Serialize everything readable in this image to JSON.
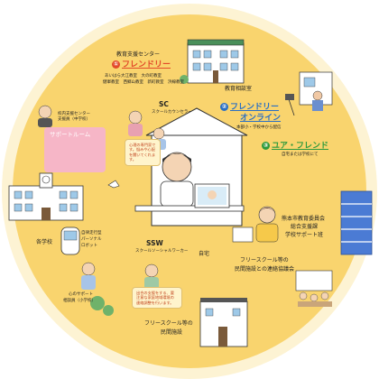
{
  "center": {
    "home_label": "自宅"
  },
  "education_center": {
    "title": "教育支援センター",
    "num": "①",
    "name": "フレンドリー",
    "locations_line1": "あいはら大江教室　大の町教室",
    "locations_line2": "健軍教室　西郷山教室　新町教室　浜線教室",
    "room_label": "教育相談室"
  },
  "online": {
    "num": "②",
    "name_line1": "フレンドリー",
    "name_line2": "オンライン",
    "sub": "本部小・学校中から配信"
  },
  "you_friend": {
    "num": "③",
    "name": "ユア・フレンド",
    "sub": "自宅または学校にて"
  },
  "board": {
    "line1": "熊本市教育委員会",
    "line2": "総合支援課",
    "line3": "学校サポート班"
  },
  "free_school_council": {
    "line1": "フリースクール等の",
    "line2": "民間施設との連絡協議会"
  },
  "free_school": {
    "line1": "フリースクール等の",
    "line2": "民間施設"
  },
  "ssw": {
    "title": "SSW",
    "sub": "スクールソーシャルワーカー",
    "note": "出合の支援をする、要注意な家庭地域環境の連絡調整を行います。"
  },
  "sc": {
    "title": "SC",
    "sub": "スクールカウンセラー",
    "note": "心理の専門家です。悩みや心配を聞いてくれます。"
  },
  "school_support": {
    "line1": "校内支援センター",
    "line2": "支援員（中学校）",
    "room": "サポートルーム"
  },
  "schools": {
    "label": "各学校"
  },
  "robot": {
    "line1": "自律走行型",
    "line2": "パーソナル",
    "line3": "ロボット"
  },
  "counselor": {
    "line1": "心のサポート",
    "line2": "相談員（小学校）"
  },
  "colors": {
    "circle_fill": "#f9d46e",
    "circle_ring": "#fbe7a8",
    "accent_orange": "#e24a2a",
    "accent_blue": "#2a6fc4",
    "accent_green": "#2e9a3c",
    "support_room": "#f6b6c7",
    "building_blue": "#4b7bd4"
  }
}
